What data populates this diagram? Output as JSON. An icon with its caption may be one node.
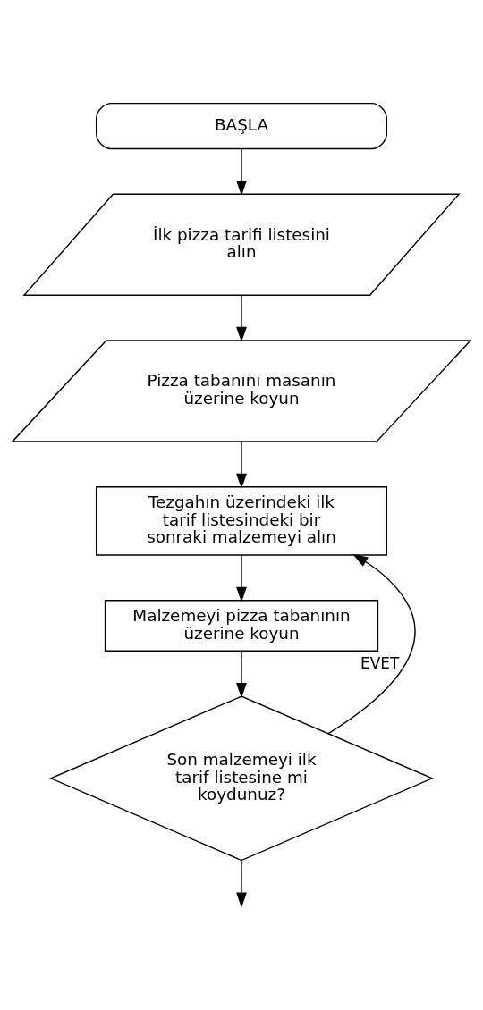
{
  "diagram": {
    "nodes": [
      {
        "text": [
          "BAŞLA"
        ]
      },
      {
        "text": [
          "İlk pizza tarifi listesini alın"
        ]
      },
      {
        "text": [
          "Pizza tabanını masanın üzerine koyun"
        ]
      },
      {
        "text": [
          "Tezgahın üzerindeki ilk tarif listesindeki bir sonraki malzemeyi alın"
        ]
      },
      {
        "text": [
          "Malzemeyi pizza tabanının üzerine koyun"
        ]
      },
      {
        "text": [
          "Son malzemeyi ilk tarif listesine mi koydunuz?"
        ]
      }
    ],
    "edges": [
      {
        "from": 0,
        "to": 1,
        "arrow": "to"
      },
      {
        "from": 1,
        "to": 2,
        "arrow": "to"
      },
      {
        "from": 2,
        "to": 3,
        "arrow": "to"
      },
      {
        "from": 3,
        "to": 4,
        "arrow": "to"
      },
      {
        "from": 4,
        "to": 5,
        "arrow": "to"
      },
      {
        "from": 5,
        "to": 3,
        "arrow": "to",
        "label": "EVET"
      },
      {
        "from": 5,
        "to": null,
        "arrow": "to"
      }
    ]
  }
}
